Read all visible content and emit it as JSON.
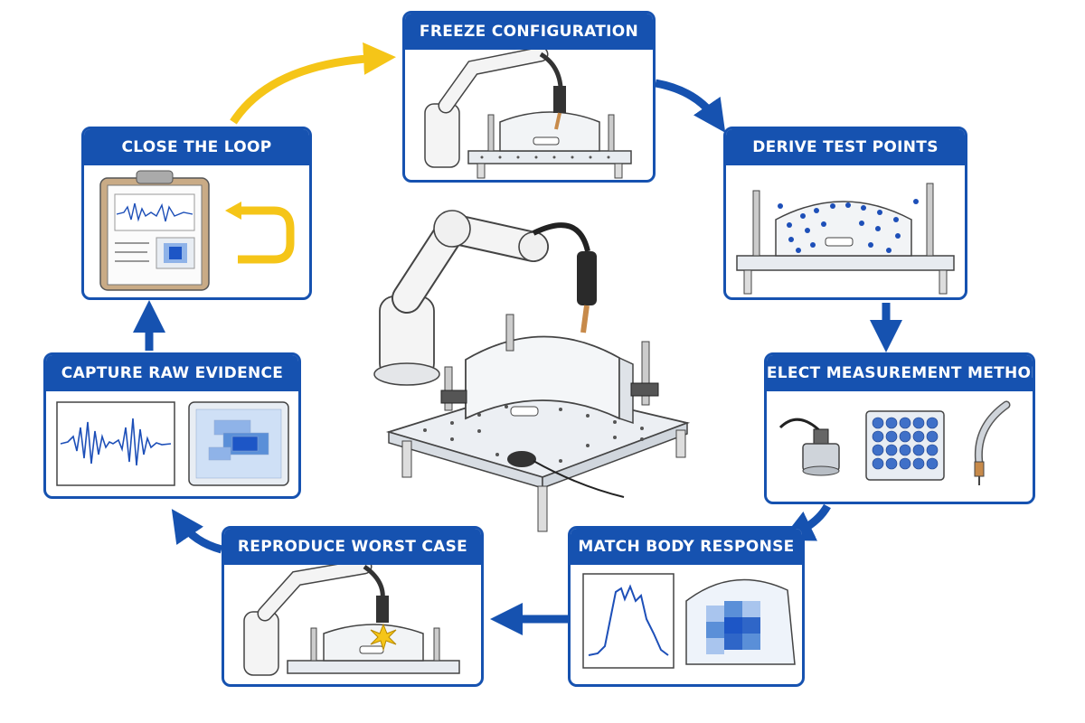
{
  "colors": {
    "brand_blue": "#1652b0",
    "loop_yellow": "#f5c518",
    "signal_blue": "#1d4fb8",
    "heat_light": "#cfe0f6",
    "heat_dark": "#1d56c6"
  },
  "steps": [
    {
      "title": "FREEZE CONFIGURATION",
      "icon": "robot-welding-icon"
    },
    {
      "title": "DERIVE TEST POINTS",
      "icon": "test-points-fixture-icon"
    },
    {
      "title": "SELECT MEASUREMENT METHOD",
      "icon": "sensor-options-icon"
    },
    {
      "title": "MATCH BODY RESPONSE",
      "icon": "response-heatmap-icon"
    },
    {
      "title": "REPRODUCE WORST CASE",
      "icon": "robot-spark-icon"
    },
    {
      "title": "CAPTURE RAW EVIDENCE",
      "icon": "waveform-heatmap-icon"
    },
    {
      "title": "CLOSE THE LOOP",
      "icon": "clipboard-report-icon"
    }
  ],
  "center": {
    "icon": "robot-welding-cell-icon"
  }
}
